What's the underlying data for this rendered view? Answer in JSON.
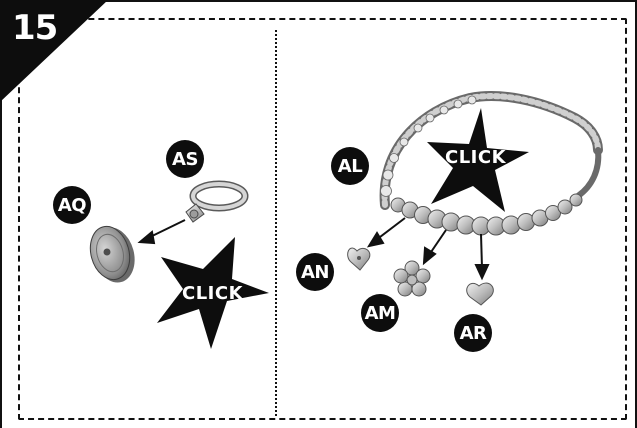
{
  "step": {
    "number": "15"
  },
  "labels": {
    "as": "AS",
    "aq": "AQ",
    "al": "AL",
    "an": "AN",
    "am": "AM",
    "ar": "AR"
  },
  "click_left": "CLICK",
  "click_right": "CLICK",
  "colors": {
    "ink": "#111111",
    "badge": "#0d0d0d",
    "part_light": "#d9d9d9",
    "part_mid": "#a8a8a8",
    "part_dark": "#6f6f6f"
  }
}
